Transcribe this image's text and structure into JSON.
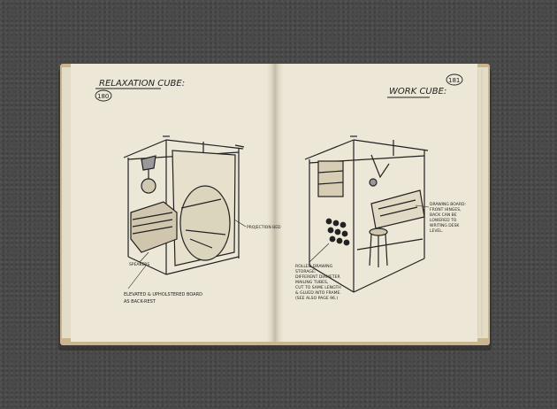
{
  "left_page": {
    "title": "RELAXATION CUBE:",
    "page_number": "180",
    "notes": {
      "projection_bed": "PROJECTION BED",
      "speakers": "SPEAKERS",
      "leather_board_1": "ELEVATED & UPHOLSTERED BOARD",
      "leather_board_2": "AS BACK-REST"
    }
  },
  "right_page": {
    "title": "WORK CUBE:",
    "page_number": "181",
    "notes": {
      "drawing_board_1": "DRAWING BOARD:",
      "drawing_board_2": "FRONT HINGES,",
      "drawing_board_3": "BACK CAN BE",
      "drawing_board_4": "LOWERED TO",
      "drawing_board_5": "WRITING DESK",
      "drawing_board_6": "LEVEL.",
      "rolled_1": "ROLLED DRAWING",
      "rolled_2": "STORAGE:",
      "rolled_3": "DIFFERENT DIAMETER",
      "rolled_4": "MAILING TUBES,",
      "rolled_5": "CUT TO SAME LENGTH",
      "rolled_6": "& GLUED INTO FRAME.",
      "rolled_7": "(SEE ALSO PAGE 96.)"
    }
  },
  "colors": {
    "paper": "#ece7d6",
    "ink": "#222222",
    "background": "#4a4a4a"
  }
}
